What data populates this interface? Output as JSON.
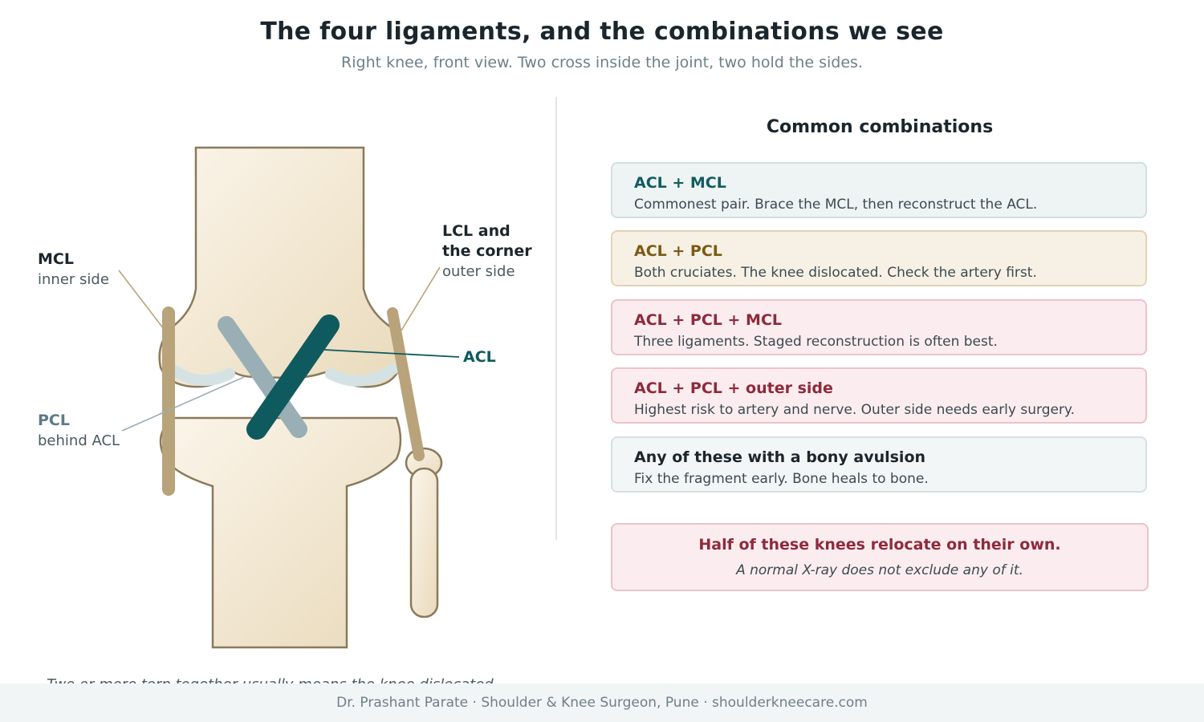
{
  "header": {
    "title": "The four ligaments, and the combinations we see",
    "subtitle": "Right knee, front view. Two cross inside the joint, two hold the sides."
  },
  "diagram": {
    "labels": {
      "mcl": {
        "name": "MCL",
        "desc": "inner side"
      },
      "lcl": {
        "name_line1": "LCL and",
        "name_line2": "the corner",
        "desc": "outer side"
      },
      "pcl": {
        "name": "PCL",
        "desc": "behind ACL"
      },
      "acl": {
        "name": "ACL"
      }
    },
    "colors": {
      "bone_fill": "#f2e6cf",
      "bone_outline": "#8a7a5c",
      "collateral_ligament": "#b8a37a",
      "acl": "#0f5a5e",
      "pcl": "#9aafb5",
      "cartilage": "#d5e2e4"
    }
  },
  "combinations": {
    "heading": "Common combinations",
    "items": [
      {
        "title": "ACL + MCL",
        "desc": "Commonest pair. Brace the MCL, then reconstruct the ACL."
      },
      {
        "title": "ACL + PCL",
        "desc": "Both cruciates. The knee dislocated. Check the artery first."
      },
      {
        "title": "ACL + PCL + MCL",
        "desc": "Three ligaments. Staged reconstruction is often best."
      },
      {
        "title": "ACL + PCL + outer side",
        "desc": "Highest risk to artery and nerve. Outer side needs early surgery."
      },
      {
        "title": "Any of these with a bony avulsion",
        "desc": "Fix the fragment early. Bone heals to bone."
      }
    ],
    "alert": {
      "title": "Half of these knees relocate on their own.",
      "desc": "A normal X-ray does not exclude any of it."
    }
  },
  "footer": {
    "note": "Two or more torn together usually means the knee dislocated.",
    "credit": "Dr. Prashant Parate · Shoulder & Knee Surgeon, Pune · shoulderkneecare.com"
  }
}
